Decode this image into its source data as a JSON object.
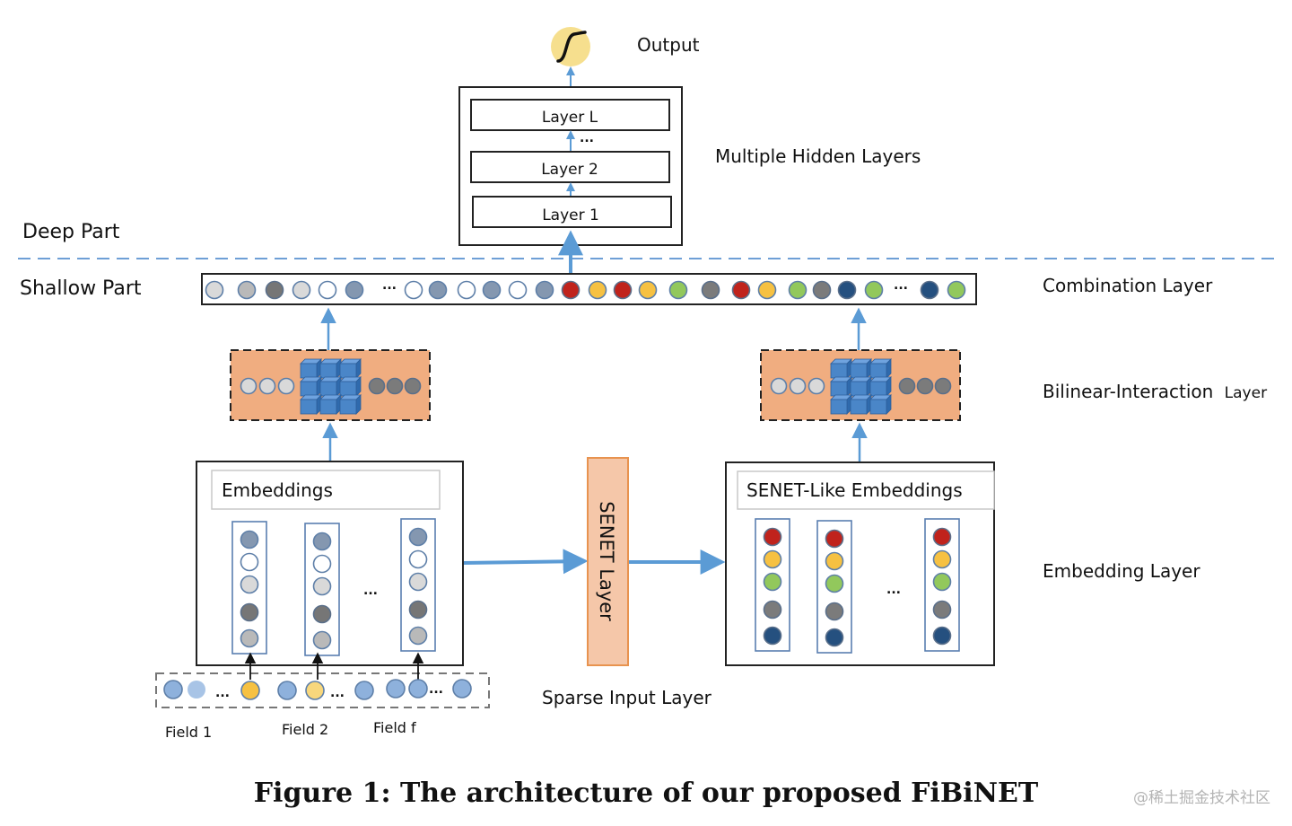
{
  "title": "FiBiNET architecture diagram",
  "colors": {
    "arrow": "#5b9bd5",
    "box_stroke": "#222222",
    "bilinear_fill": "#f0ad80",
    "senet_fill": "#f5c7a9",
    "senet_stroke": "#e8934f",
    "cube": "#4a86c8",
    "output_fill": "#f6df8e",
    "divider": "#6e9fd6",
    "column_stroke": "#5a7fb0"
  },
  "palette": {
    "light": "#d9d9d9",
    "mid": "#b9b9b9",
    "dark": "#767676",
    "white": "#ffffff",
    "steel": "#8497b0",
    "red": "#c0231c",
    "yellow": "#f6c142",
    "green": "#92c85c",
    "gray": "#7b7b7b",
    "navy": "#25507f",
    "blue": "#8eb1dc",
    "paleblue": "#a8c4e6",
    "paleyellow": "#f8d77c"
  },
  "labels": {
    "output": "Output",
    "hidden_layers": "Multiple Hidden Layers",
    "deep_part": "Deep Part",
    "shallow_part": "Shallow Part",
    "combination_layer": "Combination Layer",
    "bilinear_layer_main": "Bilinear-Interaction",
    "bilinear_layer_suffix": "Layer",
    "embedding_layer": "Embedding Layer",
    "sparse_input_layer": "Sparse Input Layer",
    "senet_layer": "SENET Layer",
    "embeddings_title": "Embeddings",
    "senet_embeddings_title": "SENET-Like Embeddings",
    "ellipsis": "..."
  },
  "hidden_layers": [
    "Layer L",
    "Layer 2",
    "Layer 1"
  ],
  "fields": [
    "Field 1",
    "Field 2",
    "Field f"
  ],
  "combination_nodes_left": [
    "light",
    "mid",
    "dark",
    "light",
    "white",
    "steel"
  ],
  "combination_nodes_mid": [
    "white",
    "steel",
    "white",
    "steel",
    "white",
    "steel",
    "red",
    "yellow",
    "red",
    "yellow",
    "green",
    "gray",
    "red",
    "yellow",
    "green",
    "gray",
    "navy",
    "green"
  ],
  "combination_nodes_right": [
    "navy",
    "green"
  ],
  "embedding_columns": [
    [
      "steel",
      "white",
      "light",
      "dark",
      "mid"
    ],
    [
      "steel",
      "white",
      "light",
      "dark",
      "mid"
    ],
    [
      "steel",
      "white",
      "light",
      "dark",
      "mid"
    ]
  ],
  "senet_columns": [
    [
      "red",
      "yellow",
      "green",
      "gray",
      "navy"
    ],
    [
      "red",
      "yellow",
      "green",
      "gray",
      "navy"
    ],
    [
      "red",
      "yellow",
      "green",
      "gray",
      "navy"
    ]
  ],
  "bilinear_left_nodes": [
    "light",
    "light",
    "light"
  ],
  "bilinear_right_nodes": [
    "gray",
    "gray",
    "gray"
  ],
  "sparse_nodes": [
    "blue",
    "paleblue",
    "yellow",
    "blue",
    "paleyellow",
    "blue",
    "blue",
    "blue",
    "blue"
  ],
  "caption": "Figure 1: The architecture of our proposed FiBiNET",
  "watermark": "@稀土掘金技术社区"
}
